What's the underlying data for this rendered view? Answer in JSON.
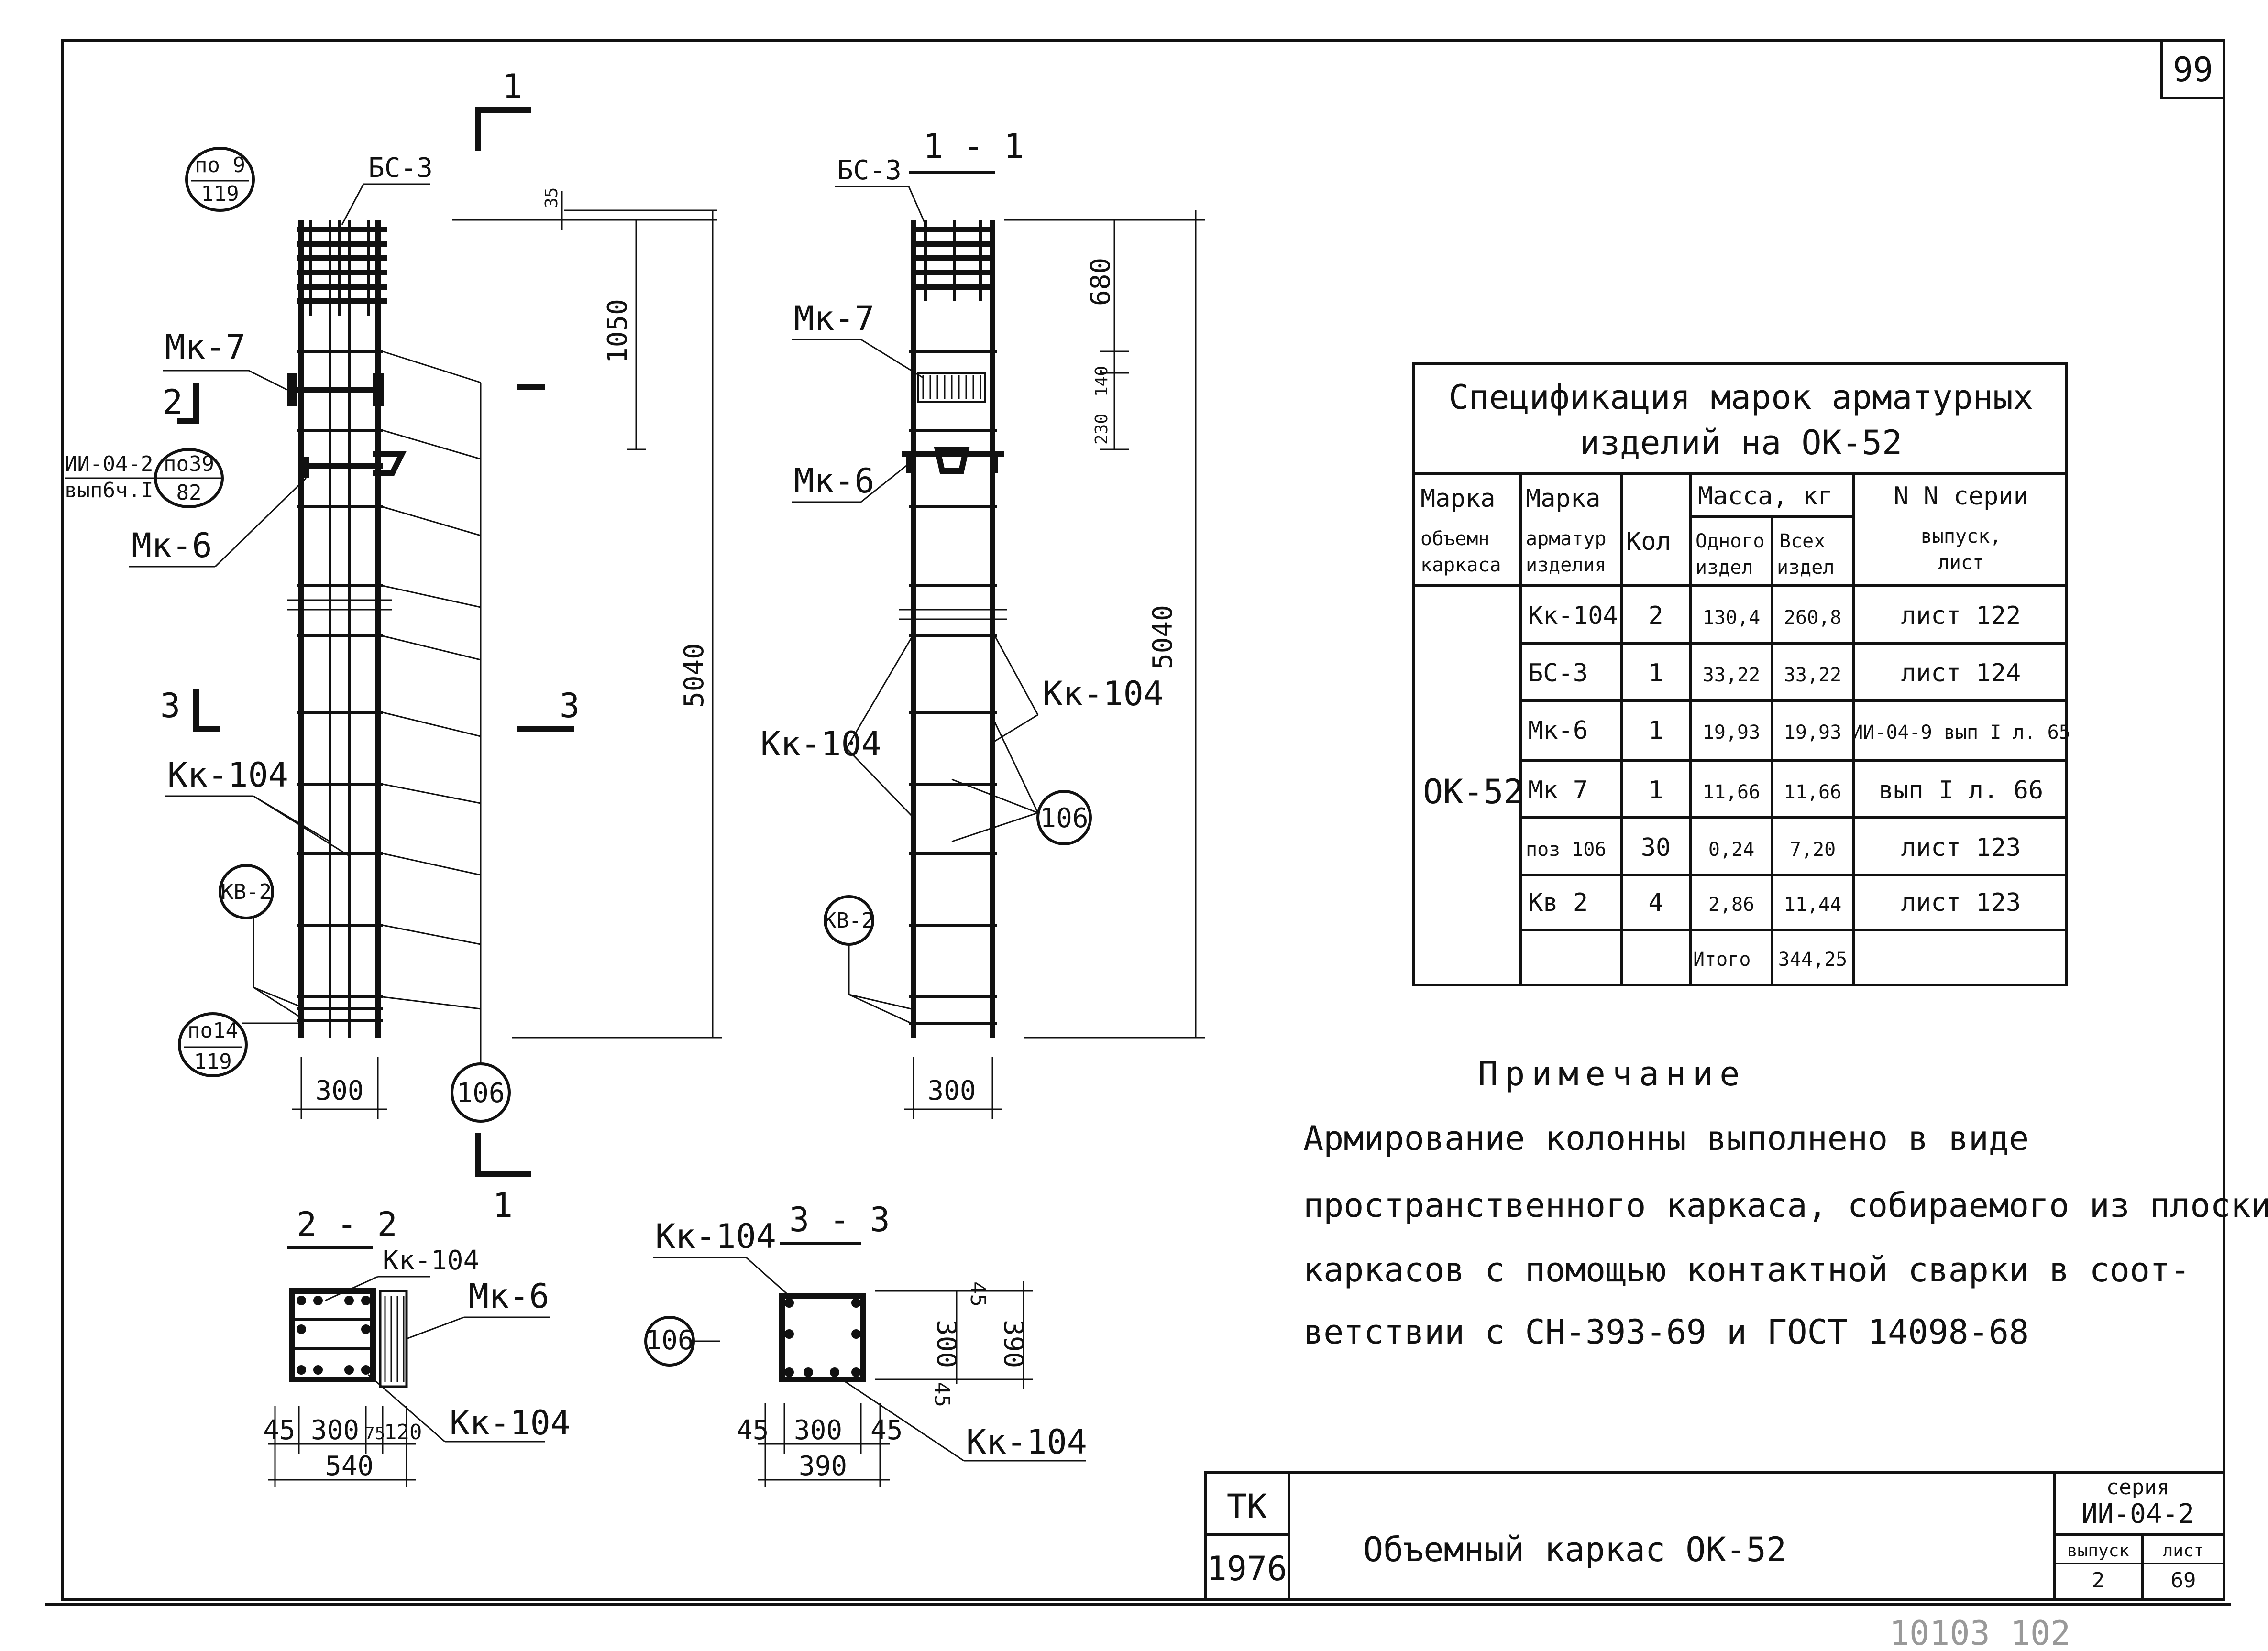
{
  "sheet_number": "99",
  "bottom_scribble": "10103  102",
  "section_marks": {
    "cut_1": "1",
    "cut_2": "2",
    "cut_3": "3"
  },
  "elevation": {
    "bs3": "БС-3",
    "mk7": "Мк-7",
    "mk6": "Мк-6",
    "kk104": "Кк-104",
    "kv2": "КВ-2",
    "pos106": "106",
    "ref_top_num": "по 9",
    "ref_top_den": "119",
    "ref_mid_left_1": "ИИ-04-2",
    "ref_mid_left_2": "вып6ч.I",
    "ref_mid_num": "по39",
    "ref_mid_den": "82",
    "ref_bot_num": "по14",
    "ref_bot_den": "119",
    "dim_35": "35",
    "dim_1050": "1050",
    "dim_5040": "5040",
    "dim_300": "300"
  },
  "section_1_1": {
    "title": "1 - 1",
    "bs3": "БС-3",
    "mk7": "Мк-7",
    "mk6": "Мк-6",
    "kk104_left": "Кк-104",
    "kk104_right": "Кк-104",
    "kv2": "КВ-2",
    "pos106": "106",
    "dim_680": "680",
    "dim_140": "140",
    "dim_230": "230",
    "dim_5040": "5040",
    "dim_300": "300"
  },
  "section_2_2": {
    "title": "2 - 2",
    "kk104_top": "Кк-104",
    "mk6": "Мк-6",
    "kk104_bot": "Кк-104",
    "dim_45": "45",
    "dim_300": "300",
    "dim_75": "75",
    "dim_120": "120",
    "dim_540": "540"
  },
  "section_3_3": {
    "title": "3 - 3",
    "kk104_top": "Кк-104",
    "kk104_bot": "Кк-104",
    "pos106": "106",
    "dim_45_top": "45",
    "dim_300_v": "300",
    "dim_390_v": "390",
    "dim_45_side": "45",
    "dim_45": "45",
    "dim_300": "300",
    "dim_45_r": "45",
    "dim_390": "390"
  },
  "spec_table": {
    "title_line1": "Спецификация марок арматурных",
    "title_line2": "изделий на ОК-52",
    "headers": {
      "marka_1": "Марка",
      "marka_2": "объемн",
      "marka_3": "каркаса",
      "armat_1": "Марка",
      "armat_2": "арматур",
      "armat_3": "изделия",
      "kol": "Кол",
      "massa": "Масса, кг",
      "odnogo_1": "Одного",
      "odnogo_2": "издел",
      "vseh_1": "Всех",
      "vseh_2": "издел",
      "series_1": "N N серии",
      "series_2": "выпуск,",
      "series_3": "лист"
    },
    "group_mark": "ОК-52",
    "rows": [
      {
        "mark": "Кк-104",
        "qty": "2",
        "one": "130,4",
        "all": "260,8",
        "ref": "лист 122"
      },
      {
        "mark": "БС-3",
        "qty": "1",
        "one": "33,22",
        "all": "33,22",
        "ref": "лист 124"
      },
      {
        "mark": "Мк-6",
        "qty": "1",
        "one": "19,93",
        "all": "19,93",
        "ref": "ИИ-04-9 вып I л. 65"
      },
      {
        "mark": "Мк 7",
        "qty": "1",
        "one": "11,66",
        "all": "11,66",
        "ref": "вып I л. 66"
      },
      {
        "mark": "поз 106",
        "qty": "30",
        "one": "0,24",
        "all": "7,20",
        "ref": "лист 123"
      },
      {
        "mark": "Кв 2",
        "qty": "4",
        "one": "2,86",
        "all": "11,44",
        "ref": "лист 123"
      }
    ],
    "total_label": "Итого",
    "total_value": "344,25"
  },
  "note": {
    "title": "Примечание",
    "lines": [
      "Армирование колонны выполнено в виде",
      "пространственного каркаса, собираемого из плоских",
      "каркасов с помощью контактной сварки в соот-",
      "ветствии с СН-393-69 и ГОСТ 14098-68"
    ]
  },
  "title_block": {
    "org": "ТК",
    "year": "1976",
    "title": "Объемный каркас   ОК-52",
    "series_label": "серия",
    "series_value": "ИИ-04-2",
    "issue_label": "выпуск",
    "issue_value": "2",
    "sheet_label": "лист",
    "sheet_value": "69"
  }
}
